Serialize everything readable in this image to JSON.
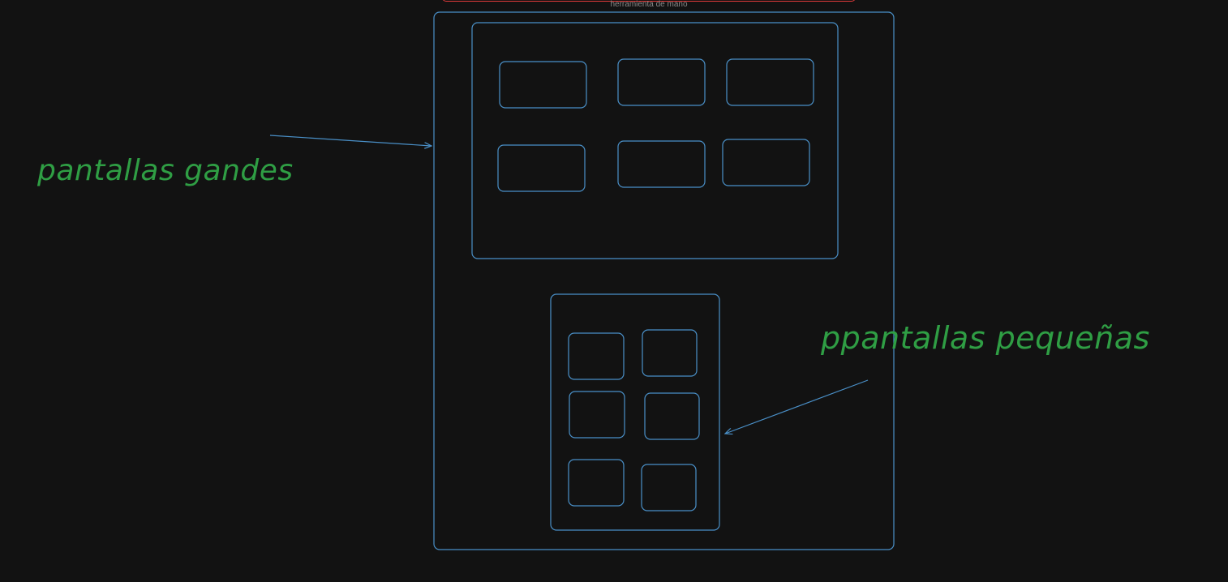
{
  "toolbar": {
    "hand_tool_label": "herramienta de mano"
  },
  "annotations": {
    "large_screens": "pantallas gandes",
    "small_screens": "ppantallas pequeñas"
  },
  "colors": {
    "background": "#121212",
    "stroke": "#4a90c8",
    "text_accent": "#2f9e44",
    "banner_border": "#e03a3a"
  }
}
